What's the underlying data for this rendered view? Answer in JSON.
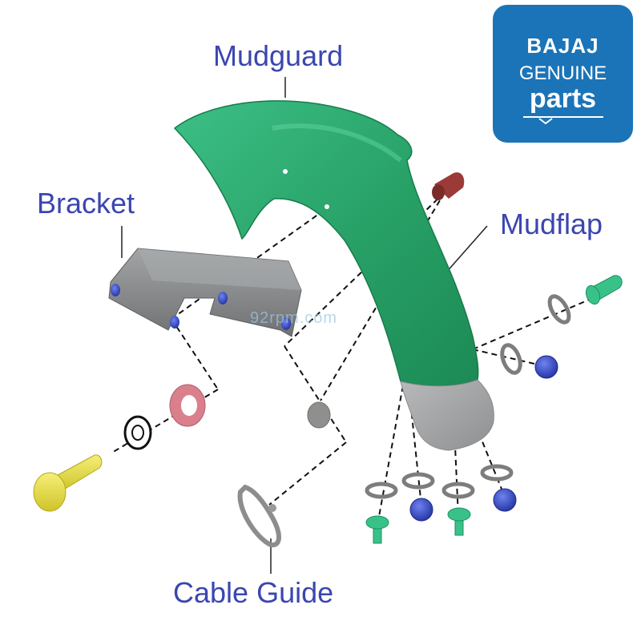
{
  "labels": {
    "mudguard": "Mudguard",
    "bracket": "Bracket",
    "mudflap": "Mudflap",
    "cable_guide": "Cable Guide"
  },
  "logo": {
    "brand": "BAJAJ",
    "line2": "GENUINE",
    "line3": "parts"
  },
  "watermark": "92rpm.com",
  "colors": {
    "label_text": "#3b46b0",
    "logo_bg": "#1b74b8",
    "mudguard": "#2aa86d",
    "mudflap": "#a9aaab",
    "bracket": "#8a8c8e",
    "fastener_blue": "#3a4bc7",
    "screw_green": "#38c28a",
    "bolt_yellow": "#e7de3c",
    "washer_pink": "#d9808c",
    "rivet_red": "#9b3b38"
  }
}
